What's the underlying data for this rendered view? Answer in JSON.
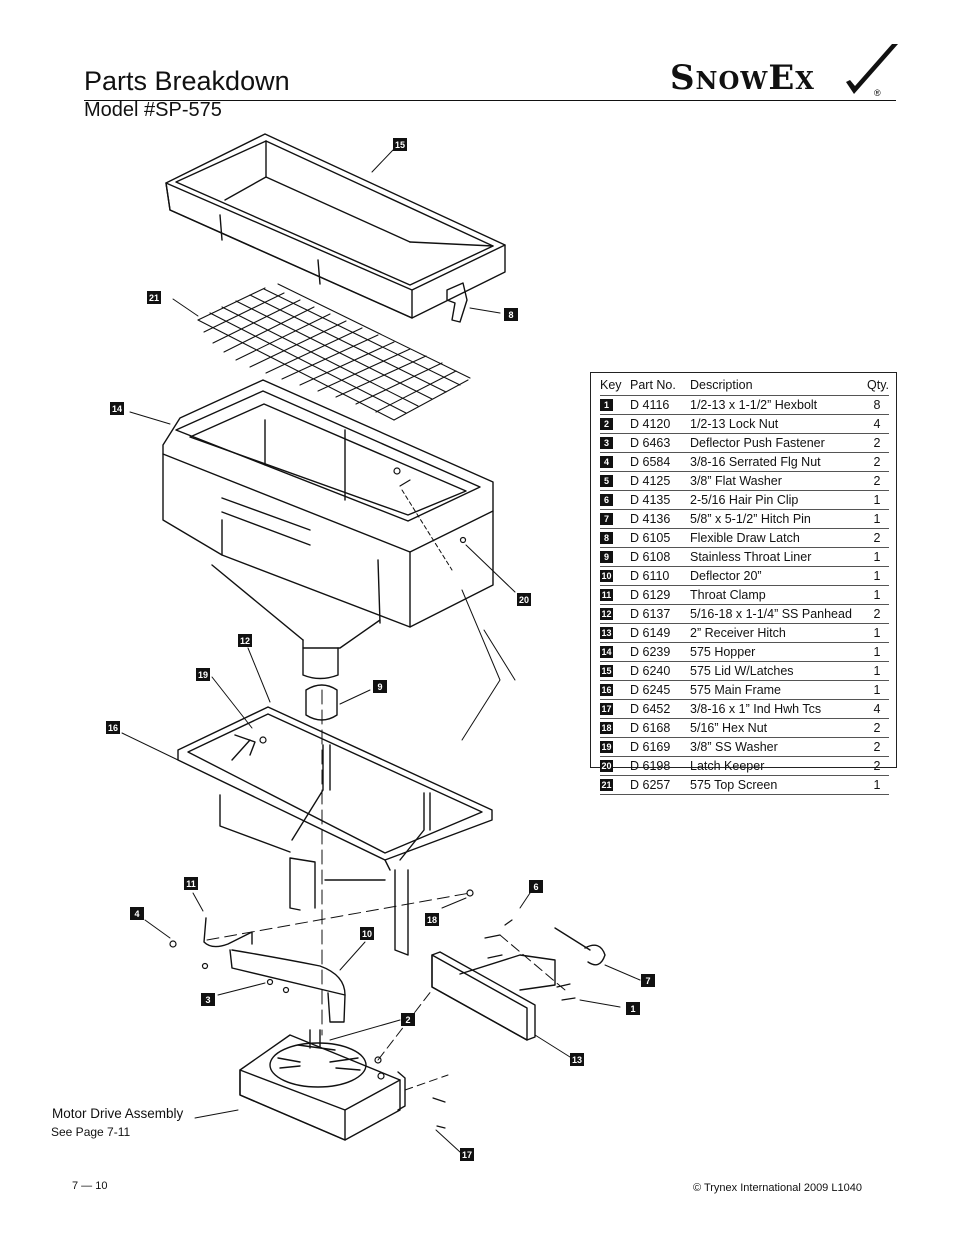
{
  "header": {
    "title": "Parts Breakdown",
    "subtitle": "Model #SP-575",
    "brand": "SnowEx",
    "registered_mark": "®"
  },
  "table": {
    "columns": [
      "Key",
      "Part No.",
      "Description",
      "Qty."
    ],
    "rows": [
      {
        "key": "1",
        "part": "D 4116",
        "desc": "1/2-13 x 1-1/2” Hexbolt",
        "qty": "8"
      },
      {
        "key": "2",
        "part": "D 4120",
        "desc": "1/2-13 Lock Nut",
        "qty": "4"
      },
      {
        "key": "3",
        "part": "D 6463",
        "desc": "Deflector Push Fastener",
        "qty": "2"
      },
      {
        "key": "4",
        "part": "D 6584",
        "desc": "3/8-16 Serrated Flg Nut",
        "qty": "2"
      },
      {
        "key": "5",
        "part": "D 4125",
        "desc": "3/8” Flat Washer",
        "qty": "2"
      },
      {
        "key": "6",
        "part": "D 4135",
        "desc": "2-5/16 Hair Pin Clip",
        "qty": "1"
      },
      {
        "key": "7",
        "part": "D 4136",
        "desc": "5/8” x 5-1/2” Hitch Pin",
        "qty": "1"
      },
      {
        "key": "8",
        "part": "D 6105",
        "desc": "Flexible Draw Latch",
        "qty": "2"
      },
      {
        "key": "9",
        "part": "D 6108",
        "desc": "Stainless Throat Liner",
        "qty": "1"
      },
      {
        "key": "10",
        "part": "D 6110",
        "desc": "Deflector 20”",
        "qty": "1"
      },
      {
        "key": "11",
        "part": "D 6129",
        "desc": "Throat Clamp",
        "qty": "1"
      },
      {
        "key": "12",
        "part": "D 6137",
        "desc": "5/16-18 x 1-1/4” SS Panhead",
        "qty": "2"
      },
      {
        "key": "13",
        "part": "D 6149",
        "desc": "2” Receiver Hitch",
        "qty": "1"
      },
      {
        "key": "14",
        "part": "D 6239",
        "desc": "575 Hopper",
        "qty": "1"
      },
      {
        "key": "15",
        "part": "D 6240",
        "desc": "575 Lid W/Latches",
        "qty": "1"
      },
      {
        "key": "16",
        "part": "D 6245",
        "desc": "575 Main Frame",
        "qty": "1"
      },
      {
        "key": "17",
        "part": "D 6452",
        "desc": "3/8-16 x 1” Ind Hwh Tcs",
        "qty": "4"
      },
      {
        "key": "18",
        "part": "D 6168",
        "desc": "5/16” Hex Nut",
        "qty": "2"
      },
      {
        "key": "19",
        "part": "D 6169",
        "desc": "3/8” SS Washer",
        "qty": "2"
      },
      {
        "key": "20",
        "part": "D 6198",
        "desc": "Latch Keeper",
        "qty": "2"
      },
      {
        "key": "21",
        "part": "D 6257",
        "desc": "575 Top Screen",
        "qty": "1"
      }
    ]
  },
  "callouts": [
    "15",
    "21",
    "8",
    "14",
    "20",
    "12",
    "19",
    "9",
    "16",
    "11",
    "4",
    "6",
    "18",
    "10",
    "7",
    "3",
    "1",
    "2",
    "13",
    "17"
  ],
  "motor": {
    "label": "Motor Drive Assembly",
    "see_page": "See Page 7-11"
  },
  "footer": {
    "page": "7 — 10",
    "copyright": "© Trynex International 2009  L1040"
  }
}
